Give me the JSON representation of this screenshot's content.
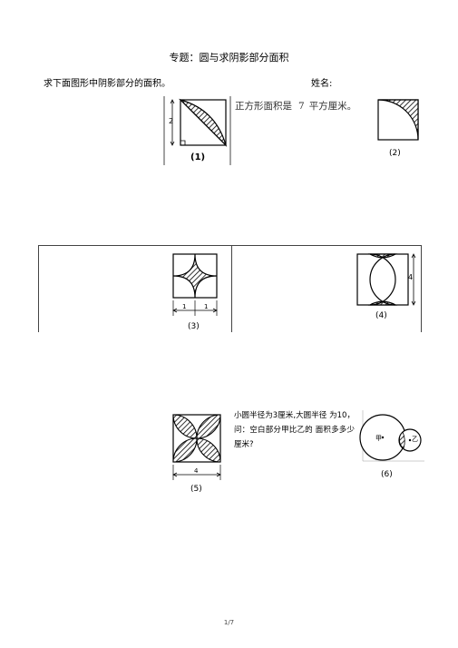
{
  "header": {
    "title": "专题：圆与求阴影部分面积",
    "instruction": "求下面图形中阴影部分的面积。",
    "name_label": "姓名:"
  },
  "problems": {
    "p1": {
      "label": "(1)",
      "side": "2"
    },
    "p1_text": {
      "prefix": "正方形面积是",
      "value": "7",
      "suffix": "平方厘米。"
    },
    "p2": {
      "label": "(2)"
    },
    "p3": {
      "label": "(3)",
      "dim_a": "1",
      "dim_b": "1"
    },
    "p4": {
      "label": "(4)",
      "dim": "4"
    },
    "p5": {
      "label": "(5)",
      "dim": "4"
    },
    "p6": {
      "label": "(6)",
      "text": "小圆半径为3厘米,大圆半径 为10，问：空白部分甲比乙的 面积多多少厘米?",
      "jia": "甲",
      "yi": "乙"
    }
  },
  "footer": {
    "page": "1/7"
  }
}
